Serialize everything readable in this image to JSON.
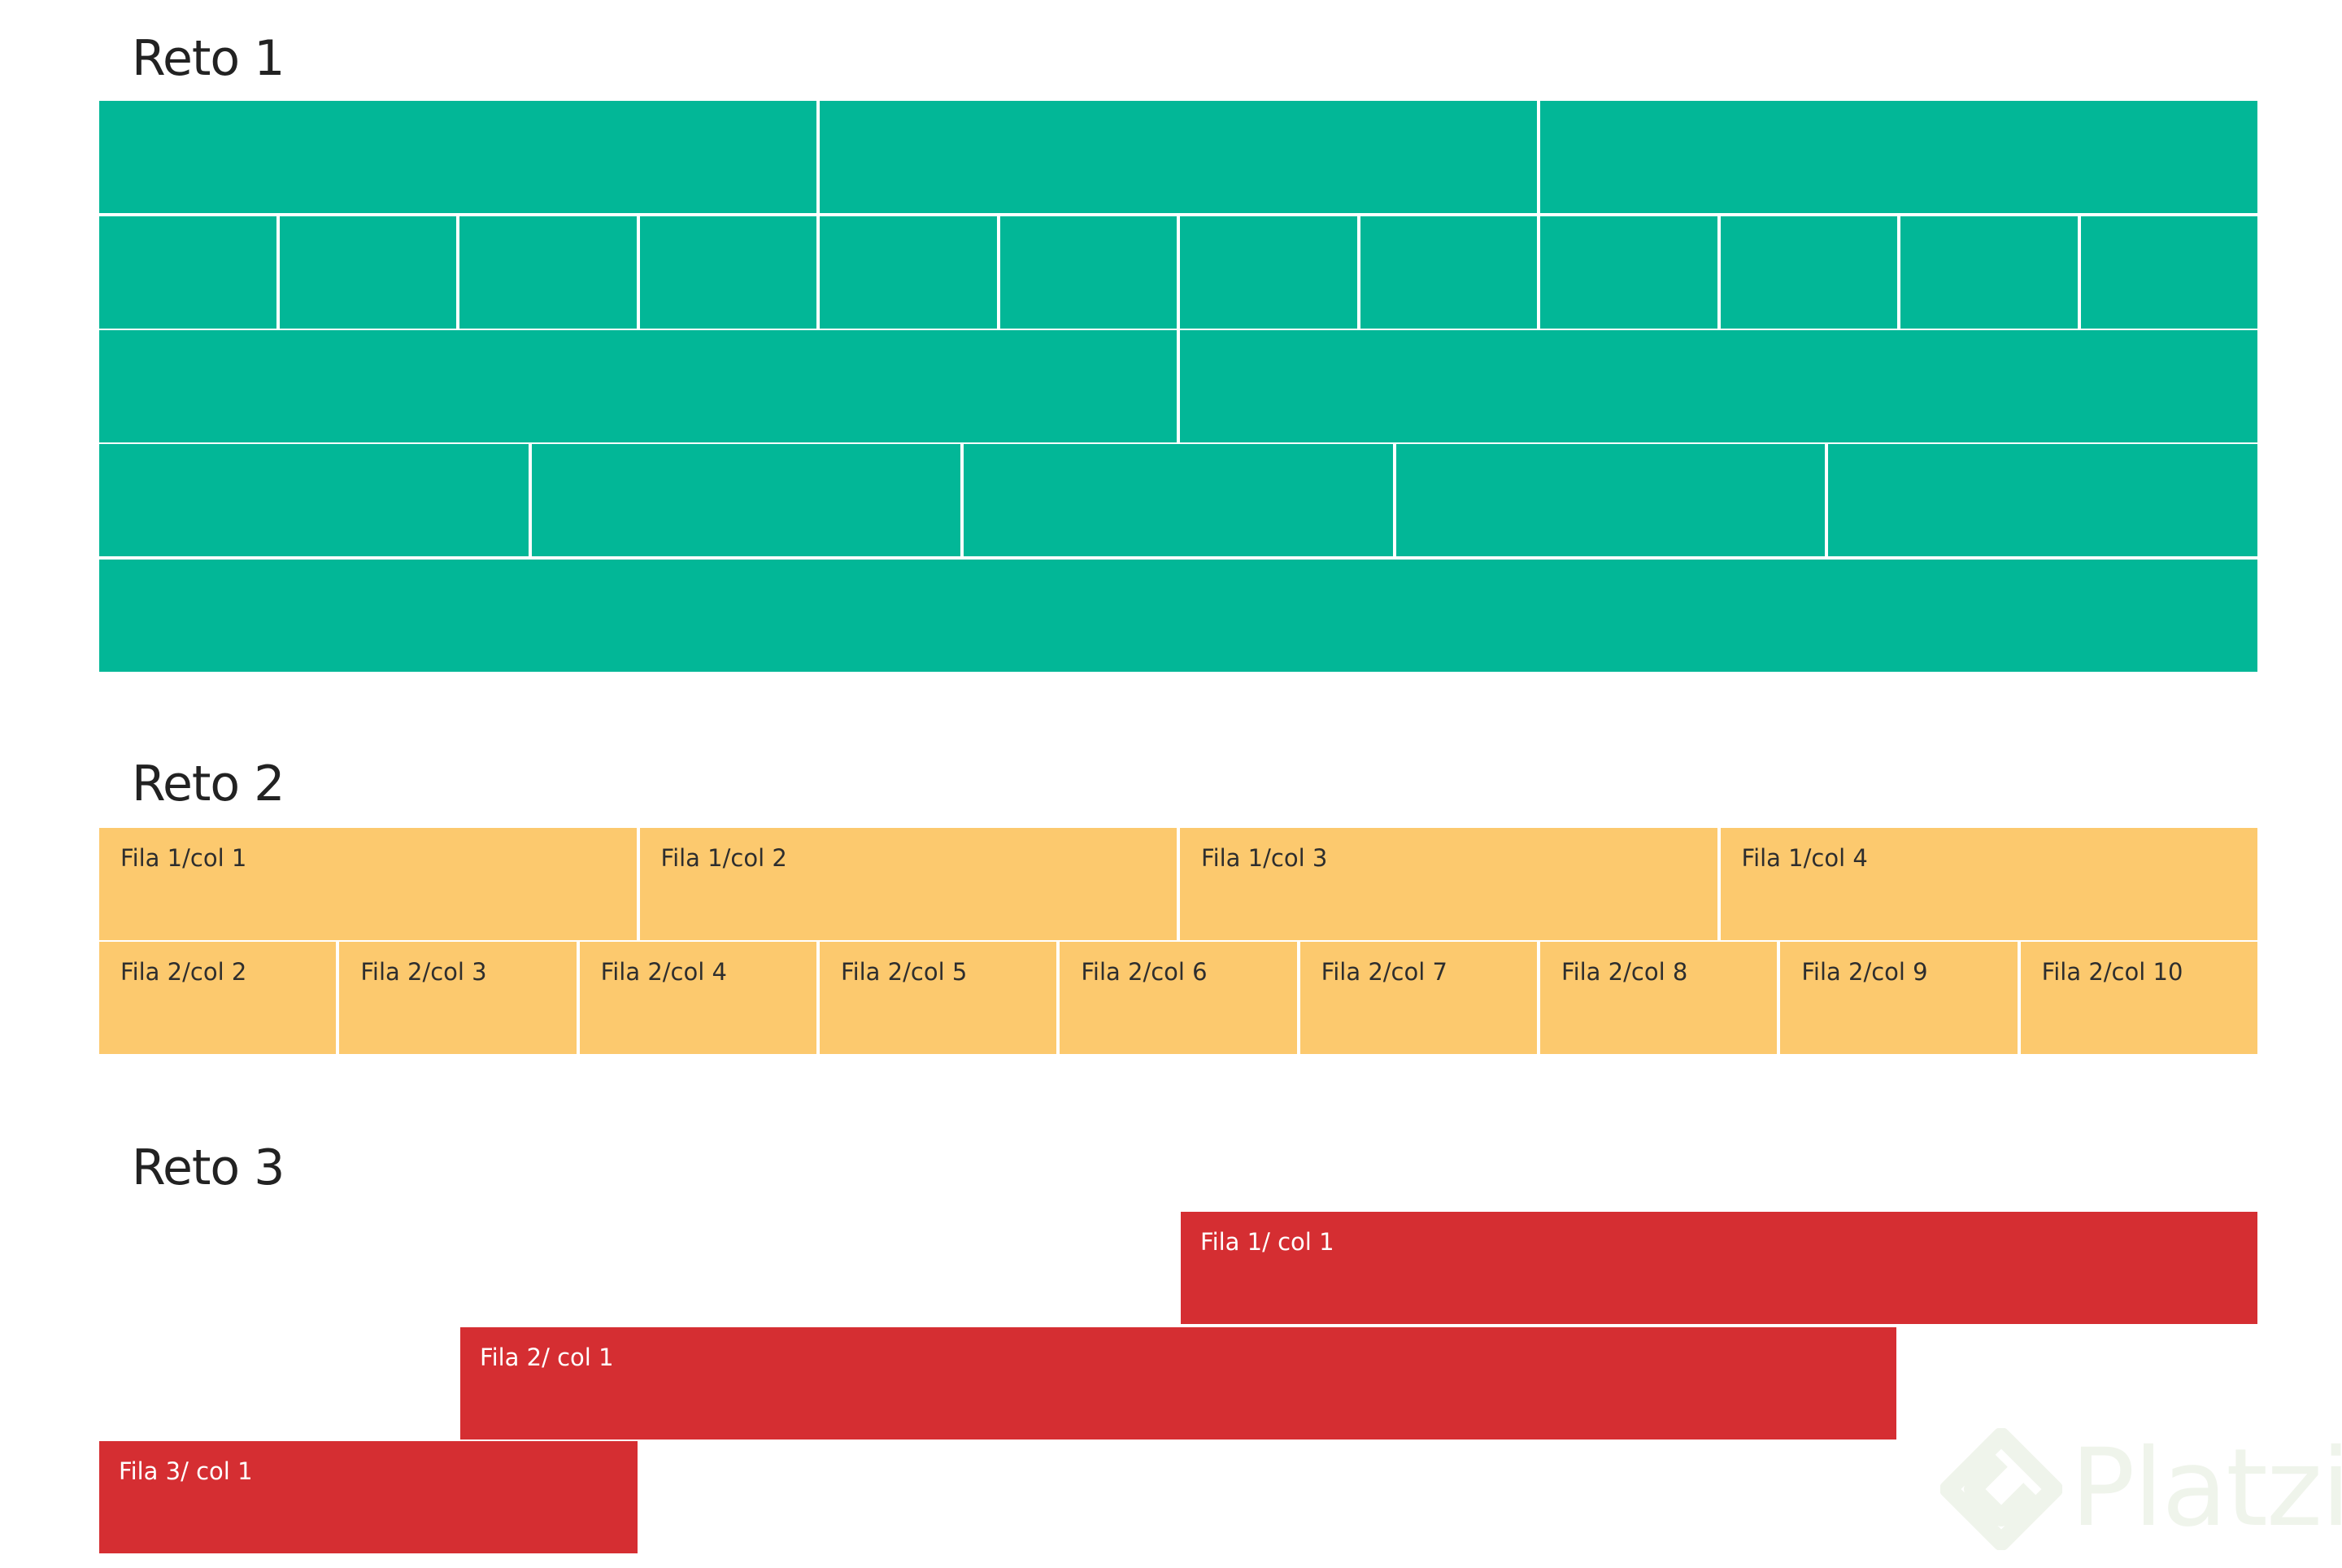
{
  "reto1": {
    "title": "Reto 1",
    "color": "#02b797",
    "rows_columns": [
      3,
      12,
      2,
      5,
      1
    ]
  },
  "reto2": {
    "title": "Reto 2",
    "color": "#fcc96e",
    "row1": [
      "Fila 1/col 1",
      "Fila 1/col 2",
      "Fila 1/col 3",
      "Fila 1/col 4"
    ],
    "row2": [
      "Fila 2/col 2",
      "Fila 2/col 3",
      "Fila 2/col 4",
      "Fila 2/col 5",
      "Fila 2/col 6",
      "Fila 2/col 7",
      "Fila 2/col 8",
      "Fila 2/col 9",
      "Fila 2/col 10"
    ]
  },
  "reto3": {
    "title": "Reto 3",
    "color": "#d52e32",
    "bars": [
      "Fila 1/ col 1",
      "Fila 2/ col 1",
      "Fila 3/ col 1"
    ]
  },
  "watermark": {
    "text": "Platzi",
    "icon": "platzi-logo-icon"
  }
}
